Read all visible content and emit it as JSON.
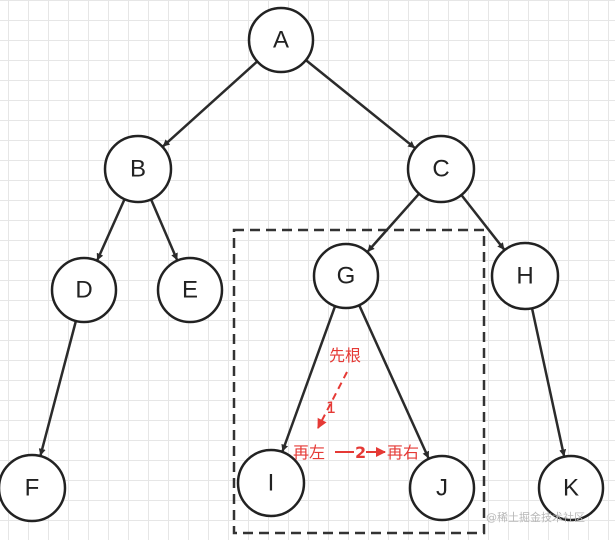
{
  "diagram": {
    "nodes": {
      "A": "A",
      "B": "B",
      "C": "C",
      "D": "D",
      "E": "E",
      "F": "F",
      "G": "G",
      "H": "H",
      "I": "I",
      "J": "J",
      "K": "K"
    },
    "edges": [
      [
        "A",
        "B"
      ],
      [
        "A",
        "C"
      ],
      [
        "B",
        "D"
      ],
      [
        "B",
        "E"
      ],
      [
        "C",
        "G"
      ],
      [
        "C",
        "H"
      ],
      [
        "D",
        "F"
      ],
      [
        "G",
        "I"
      ],
      [
        "G",
        "J"
      ],
      [
        "H",
        "K"
      ]
    ],
    "annotations": {
      "root_first": "先根",
      "step1": "1",
      "then_left": "再左",
      "step2": "2",
      "then_right": "再右"
    },
    "colors": {
      "edge": "#2b2b2b",
      "node_stroke": "#222222",
      "node_fill": "#ffffff",
      "annotation": "#e53935",
      "highlight_box": "#333333"
    }
  },
  "watermark": "@稀土掘金技术社区"
}
